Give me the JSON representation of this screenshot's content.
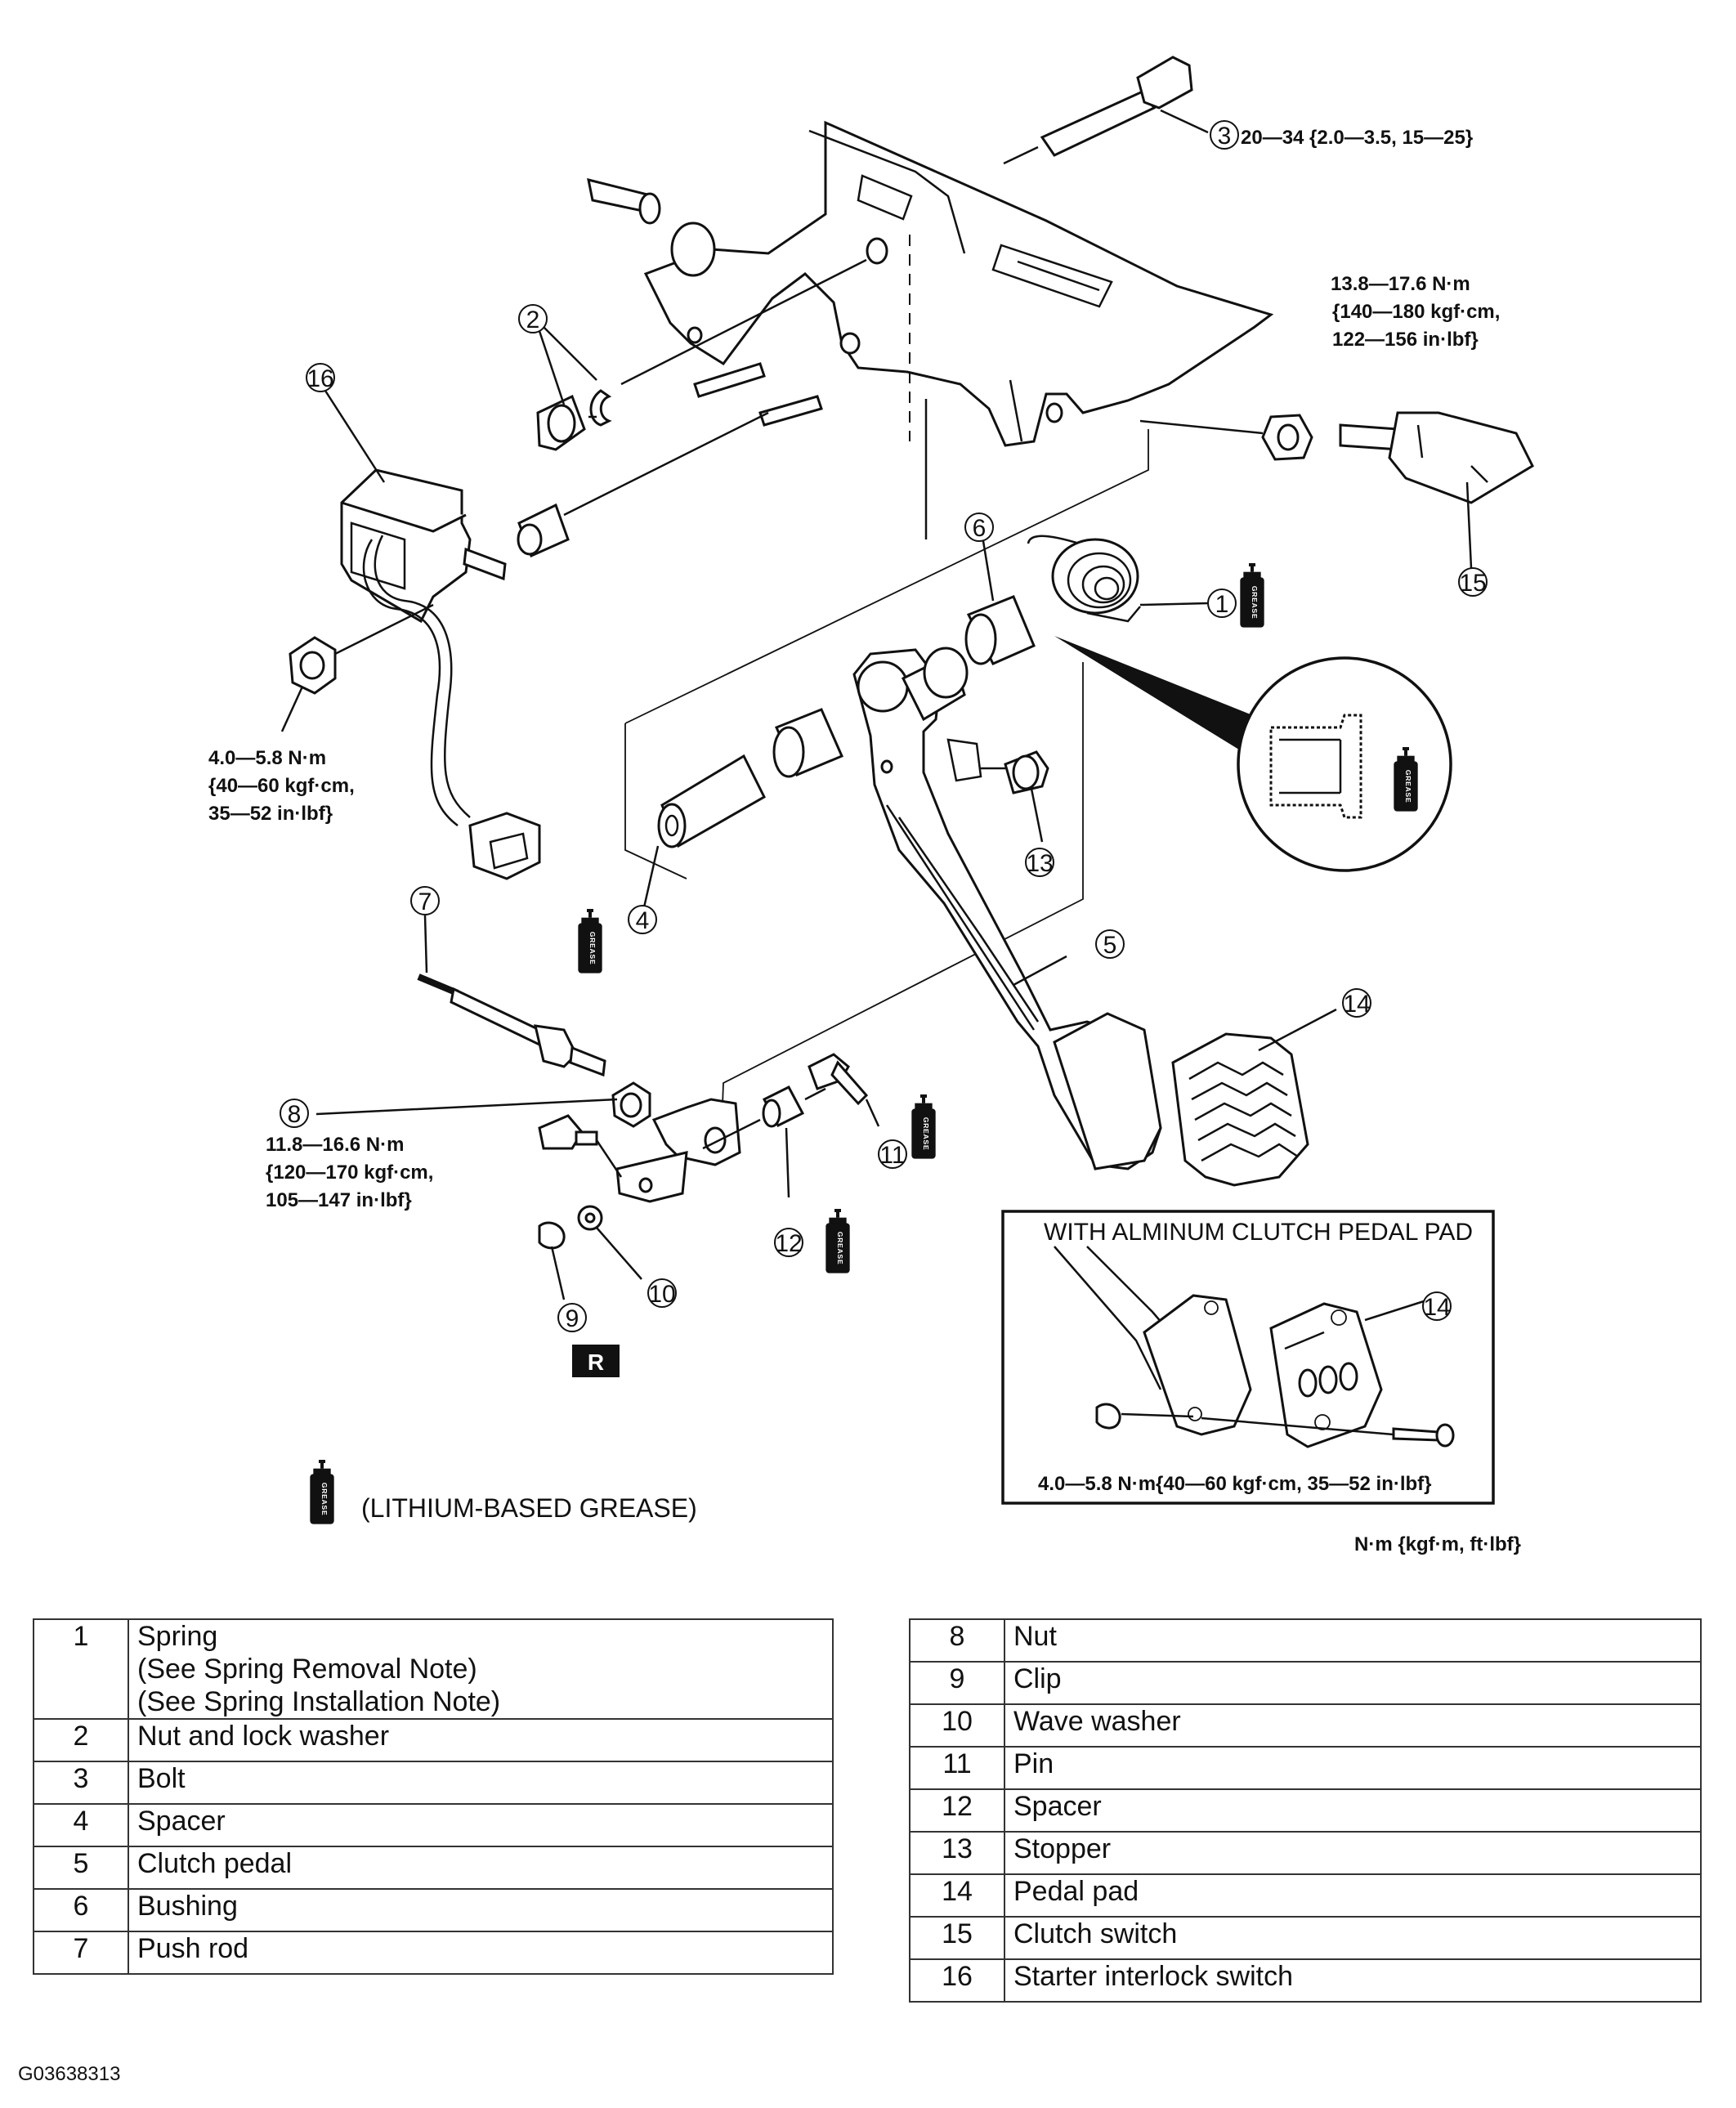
{
  "callouts": {
    "c1": "1",
    "c2": "2",
    "c3": "3",
    "c4": "4",
    "c5": "5",
    "c6": "6",
    "c7": "7",
    "c8": "8",
    "c9": "9",
    "c10": "10",
    "c11": "11",
    "c12": "12",
    "c13": "13",
    "c14": "14",
    "c14b": "14",
    "c15": "15",
    "c16": "16"
  },
  "torque": {
    "bolt": "20—34 {2.0—3.5, 15—25}",
    "nut2": [
      "13.8—17.6 N·m",
      "{140—180 kgf·cm,",
      "122—156 in·lbf}"
    ],
    "switch16": [
      "4.0—5.8 N·m",
      "{40—60 kgf·cm,",
      "35—52 in·lbf}"
    ],
    "nut8": [
      "11.8—16.6 N·m",
      "{120—170 kgf·cm,",
      "105—147 in·lbf}"
    ]
  },
  "inset": {
    "title": "WITH ALMINUM CLUTCH PEDAL PAD",
    "torque": "4.0—5.8 N·m{40—60 kgf·cm, 35—52 in·lbf}"
  },
  "replace_badge": "R",
  "grease_label": "GREASE",
  "legend_text": "(LITHIUM-BASED GREASE)",
  "units_note": "N·m {kgf·m, ft·lbf}",
  "parts_left": [
    {
      "num": "1",
      "name": "Spring",
      "notes": [
        "(See Spring Removal Note)",
        "(See Spring Installation Note)"
      ]
    },
    {
      "num": "2",
      "name": "Nut and lock washer"
    },
    {
      "num": "3",
      "name": "Bolt"
    },
    {
      "num": "4",
      "name": "Spacer"
    },
    {
      "num": "5",
      "name": "Clutch pedal"
    },
    {
      "num": "6",
      "name": "Bushing"
    },
    {
      "num": "7",
      "name": "Push rod"
    }
  ],
  "parts_right": [
    {
      "num": "8",
      "name": "Nut"
    },
    {
      "num": "9",
      "name": "Clip"
    },
    {
      "num": "10",
      "name": "Wave washer"
    },
    {
      "num": "11",
      "name": "Pin"
    },
    {
      "num": "12",
      "name": "Spacer"
    },
    {
      "num": "13",
      "name": "Stopper"
    },
    {
      "num": "14",
      "name": "Pedal pad"
    },
    {
      "num": "15",
      "name": "Clutch switch"
    },
    {
      "num": "16",
      "name": "Starter interlock switch"
    }
  ],
  "figure_code": "G03638313"
}
